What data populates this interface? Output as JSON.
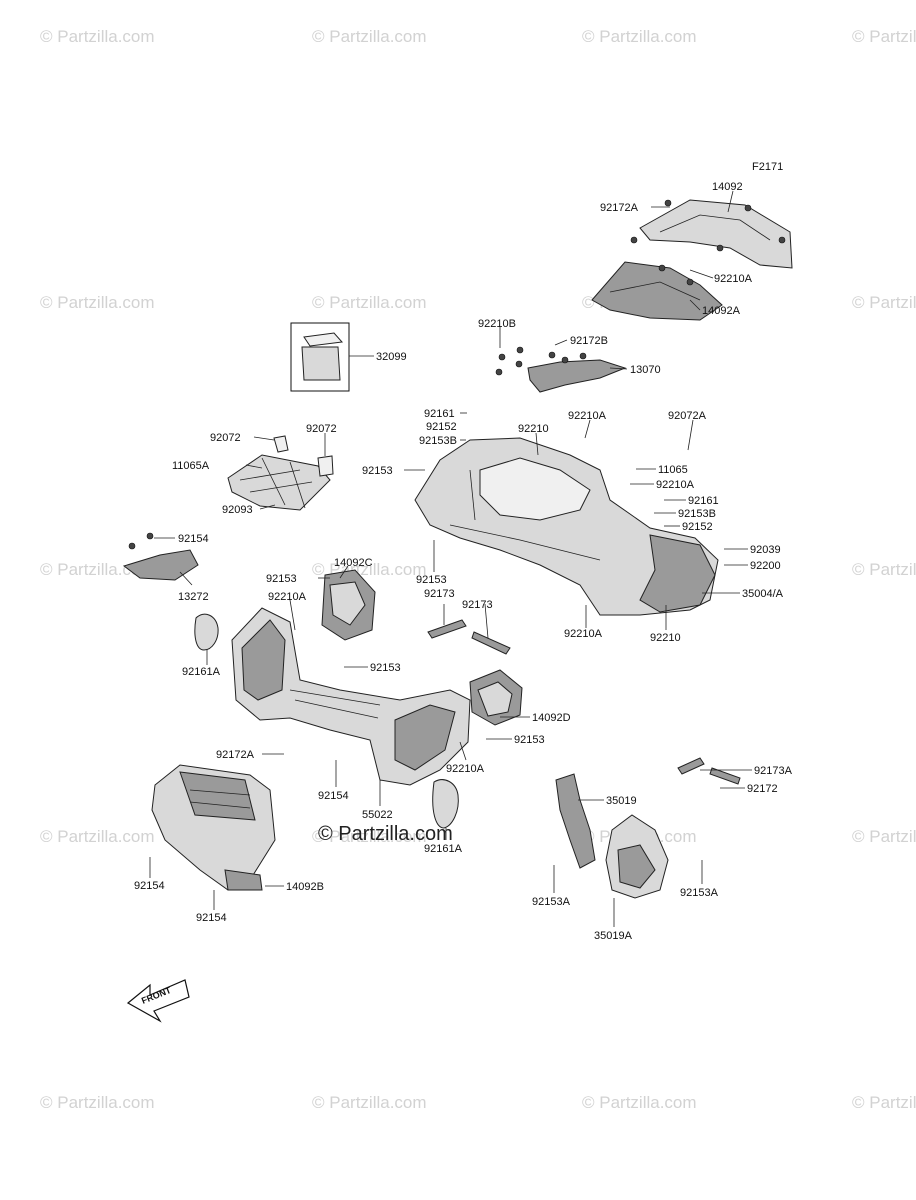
{
  "figure_code": "F2171",
  "watermark_text": "© Partzilla.com",
  "center_watermark": "© Partzilla.com",
  "front_arrow_label": "FRONT",
  "labels": [
    {
      "id": "l1",
      "text": "92172A"
    },
    {
      "id": "l2",
      "text": "14092"
    },
    {
      "id": "l3",
      "text": "92210A"
    },
    {
      "id": "l4",
      "text": "14092A"
    },
    {
      "id": "l5",
      "text": "92210B"
    },
    {
      "id": "l6",
      "text": "92172B"
    },
    {
      "id": "l7",
      "text": "13070"
    },
    {
      "id": "l8",
      "text": "32099"
    },
    {
      "id": "l9",
      "text": "92161"
    },
    {
      "id": "l10",
      "text": "92152"
    },
    {
      "id": "l11",
      "text": "92153B"
    },
    {
      "id": "l12",
      "text": "92210"
    },
    {
      "id": "l13",
      "text": "92210A"
    },
    {
      "id": "l14",
      "text": "92072A"
    },
    {
      "id": "l15",
      "text": "92072"
    },
    {
      "id": "l16",
      "text": "92072"
    },
    {
      "id": "l17",
      "text": "11065A"
    },
    {
      "id": "l18",
      "text": "92153"
    },
    {
      "id": "l19",
      "text": "11065"
    },
    {
      "id": "l20",
      "text": "92210A"
    },
    {
      "id": "l21",
      "text": "92161"
    },
    {
      "id": "l22",
      "text": "92153B"
    },
    {
      "id": "l23",
      "text": "92152"
    },
    {
      "id": "l24",
      "text": "92093"
    },
    {
      "id": "l25",
      "text": "92154"
    },
    {
      "id": "l26",
      "text": "92039"
    },
    {
      "id": "l27",
      "text": "92200"
    },
    {
      "id": "l28",
      "text": "14092C"
    },
    {
      "id": "l29",
      "text": "92153"
    },
    {
      "id": "l30",
      "text": "92153"
    },
    {
      "id": "l31",
      "text": "13272"
    },
    {
      "id": "l32",
      "text": "92173"
    },
    {
      "id": "l33",
      "text": "92173"
    },
    {
      "id": "l34",
      "text": "35004/A"
    },
    {
      "id": "l35",
      "text": "92210A"
    },
    {
      "id": "l36",
      "text": "92210A"
    },
    {
      "id": "l37",
      "text": "92210"
    },
    {
      "id": "l38",
      "text": "92161A"
    },
    {
      "id": "l39",
      "text": "92153"
    },
    {
      "id": "l40",
      "text": "14092D"
    },
    {
      "id": "l41",
      "text": "92172A"
    },
    {
      "id": "l42",
      "text": "92153"
    },
    {
      "id": "l43",
      "text": "92210A"
    },
    {
      "id": "l44",
      "text": "92173A"
    },
    {
      "id": "l45",
      "text": "92154"
    },
    {
      "id": "l46",
      "text": "92172"
    },
    {
      "id": "l47",
      "text": "35019"
    },
    {
      "id": "l48",
      "text": "55022"
    },
    {
      "id": "l49",
      "text": "92161A"
    },
    {
      "id": "l50",
      "text": "92154"
    },
    {
      "id": "l51",
      "text": "14092B"
    },
    {
      "id": "l52",
      "text": "92153A"
    },
    {
      "id": "l53",
      "text": "92153A"
    },
    {
      "id": "l54",
      "text": "92154"
    },
    {
      "id": "l55",
      "text": "35019A"
    }
  ]
}
